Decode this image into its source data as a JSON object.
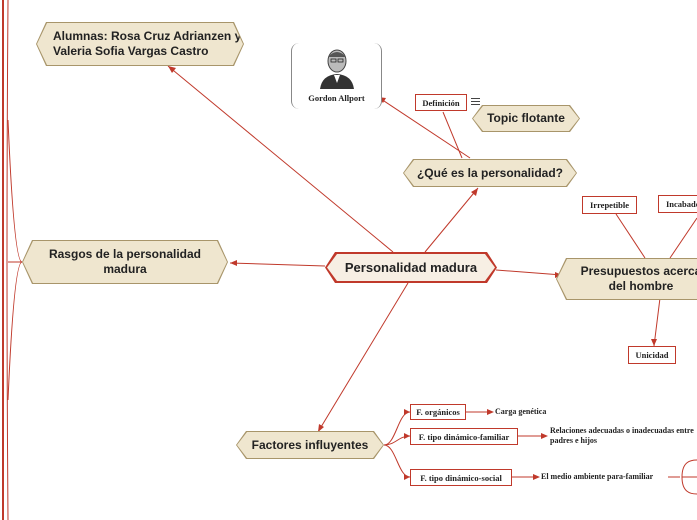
{
  "central": {
    "label": "Personalidad madura"
  },
  "authors": {
    "label": "Alumnas: Rosa Cruz Adrianzen y Valeria Sofia Vargas Castro"
  },
  "que_es": {
    "label": "¿Qué es la personalidad?"
  },
  "portrait": {
    "caption": "Gordon Allport"
  },
  "definicion": {
    "label": "Definición",
    "note_icon": "notes-icon"
  },
  "topic_flotante": {
    "label": "Topic flotante"
  },
  "rasgos": {
    "label": "Rasgos de la personalidad madura"
  },
  "presupuestos": {
    "label": "Presupuestos acerca del hombre",
    "children": [
      "Irrepetible",
      "Incabado",
      "Unicidad"
    ]
  },
  "factores": {
    "label": "Factores influyentes",
    "children": [
      {
        "label": "F. orgánicos",
        "detail": "Carga genética"
      },
      {
        "label": "F. tipo dinámico-familiar",
        "detail": "Relaciones adecuadas o inadecuadas entre padres e hijos"
      },
      {
        "label": "F. tipo dinámico-social",
        "detail": "El medio ambiente para-familiar"
      }
    ]
  },
  "colors": {
    "line": "#c0392b",
    "topic_fill": "#efe6cf",
    "topic_border": "#a8956a"
  }
}
